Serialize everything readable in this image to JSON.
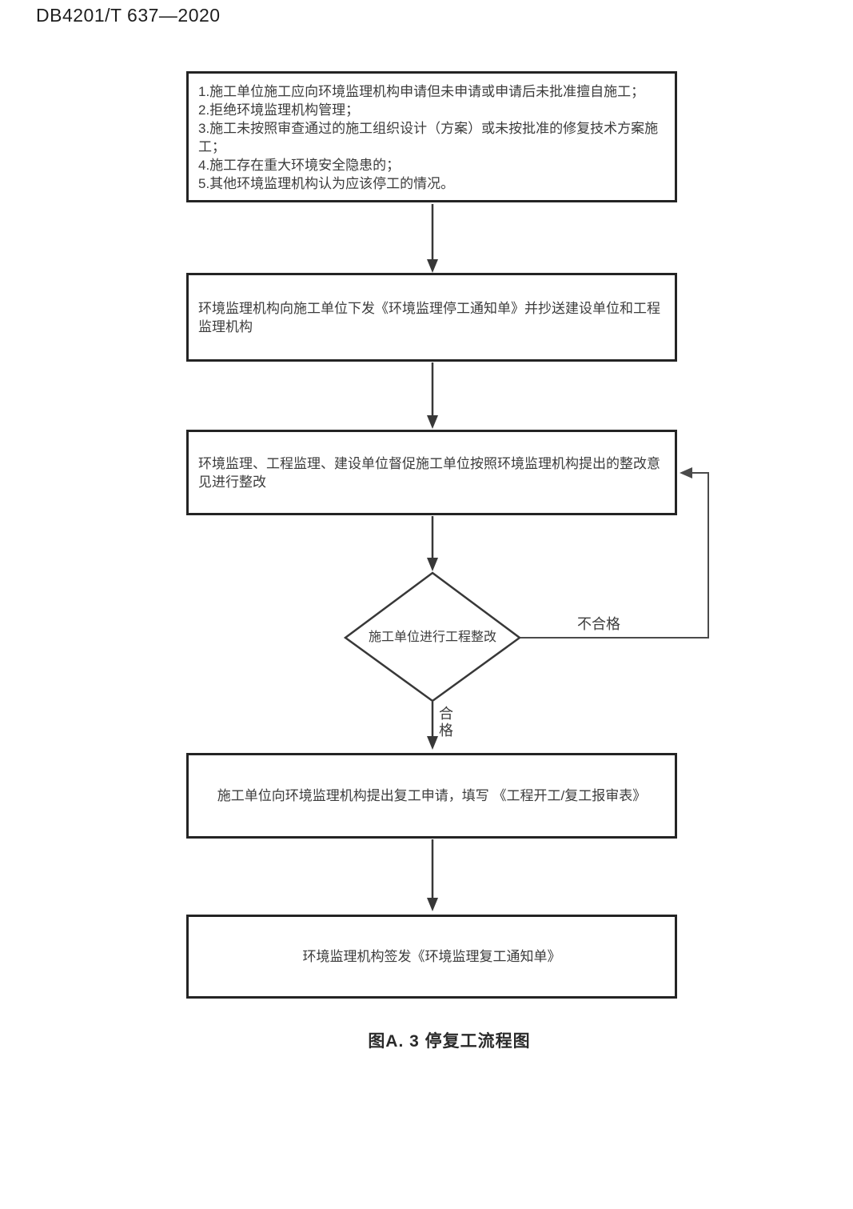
{
  "page": {
    "doc_number": "DB4201/T 637—2020",
    "caption": "图A. 3 停复工流程图"
  },
  "flowchart": {
    "stop_conditions": {
      "lines": [
        "1.施工单位施工应向环境监理机构申请但未申请或申请后未批准擅自施工；",
        "2.拒绝环境监理机构管理；",
        "3.施工未按照审查通过的施工组织设计（方案）或未按批准的修复技术方案施工；",
        "4.施工存在重大环境安全隐患的；",
        "5.其他环境监理机构认为应该停工的情况。"
      ]
    },
    "issue_stop_notice": "环境监理机构向施工单位下发《环境监理停工通知单》并抄送建设单位和工程监理机构",
    "supervise_rectification": "环境监理、工程监理、建设单位督促施工单位按照环境监理机构提出的整改意见进行整改",
    "decision": "施工单位进行工程整改",
    "label_fail": "不合格",
    "label_pass": "合格",
    "resume_apply": "施工单位向环境监理机构提出复工申请，填写 《工程开工/复工报审表》",
    "resume_notice": "环境监理机构签发《环境监理复工通知单》"
  },
  "colors": {
    "box_border": "#242424",
    "arrow_line": "#383838",
    "loop_line": "#4a4a4a",
    "text": "#3c3c3c",
    "background": "#ffffff"
  }
}
